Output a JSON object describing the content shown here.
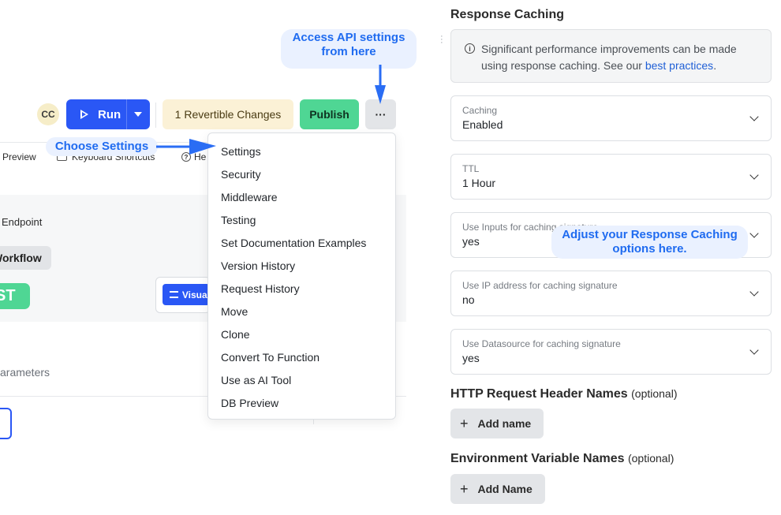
{
  "toolbar": {
    "avatar_initials": "CC",
    "run_label": "Run",
    "revertible_label": "1 Revertible Changes",
    "publish_label": "Publish",
    "more_label": "···"
  },
  "tabs": {
    "preview": "Preview",
    "keyboard": "Keyboard Shortcuts",
    "help": "He"
  },
  "canvas": {
    "endpoint": "Endpoint",
    "workflow": "Workflow",
    "method": "ST",
    "visual": "Visual",
    "parameters": "arameters"
  },
  "menu": {
    "items": [
      "Settings",
      "Security",
      "Middleware",
      "Testing",
      "Set Documentation Examples",
      "Version History",
      "Request History",
      "Move",
      "Clone",
      "Convert To Function",
      "Use as AI Tool",
      "DB Preview"
    ]
  },
  "callouts": {
    "api_line1": "Access API settings",
    "api_line2": "from here",
    "settings": "Choose Settings",
    "adjust_line1": "Adjust your Response Caching",
    "adjust_line2": "options here."
  },
  "response_caching": {
    "title": "Response Caching",
    "info_text": "Significant performance improvements can be made using response caching. See our ",
    "info_link": "best practices",
    "info_tail": ".",
    "fields": [
      {
        "label": "Caching",
        "value": "Enabled"
      },
      {
        "label": "TTL",
        "value": "1 Hour"
      },
      {
        "label": "Use Inputs for caching signature",
        "value": "yes"
      },
      {
        "label": "Use IP address for caching signature",
        "value": "no"
      },
      {
        "label": "Use Datasource for caching signature",
        "value": "yes"
      }
    ]
  },
  "headers_section": {
    "title": "HTTP Request Header Names",
    "optional": "(optional)",
    "add_label": "Add name"
  },
  "env_section": {
    "title": "Environment Variable Names",
    "optional": "(optional)",
    "add_label": "Add Name"
  },
  "colors": {
    "primary": "#2a57f5",
    "publish": "#4fd694",
    "callout_text": "#1f6bf0",
    "callout_bg": "#eaf1ff"
  }
}
